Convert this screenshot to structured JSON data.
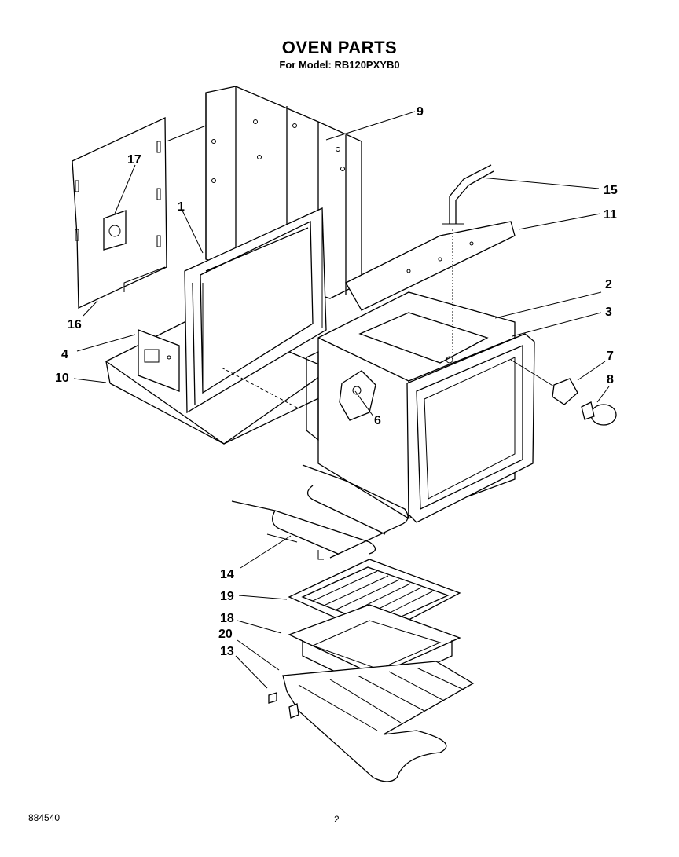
{
  "title": "OVEN PARTS",
  "subtitle": "For Model: RB120PXYB0",
  "footer": {
    "doc_number": "884540",
    "page_number": "2"
  },
  "callouts": [
    "1",
    "2",
    "3",
    "4",
    "6",
    "7",
    "8",
    "9",
    "10",
    "11",
    "13",
    "14",
    "15",
    "16",
    "17",
    "18",
    "19",
    "20"
  ],
  "parts": [
    "rear-panel",
    "oven-frame-wall",
    "door-frame",
    "oven-bottom-panel",
    "oven-cavity",
    "front-frame",
    "control-bracket",
    "vent-tube",
    "lamp-socket",
    "light-bulb",
    "bake-element",
    "broil-pan-grid",
    "broil-pan",
    "oven-rack",
    "thermostat-bulb"
  ]
}
